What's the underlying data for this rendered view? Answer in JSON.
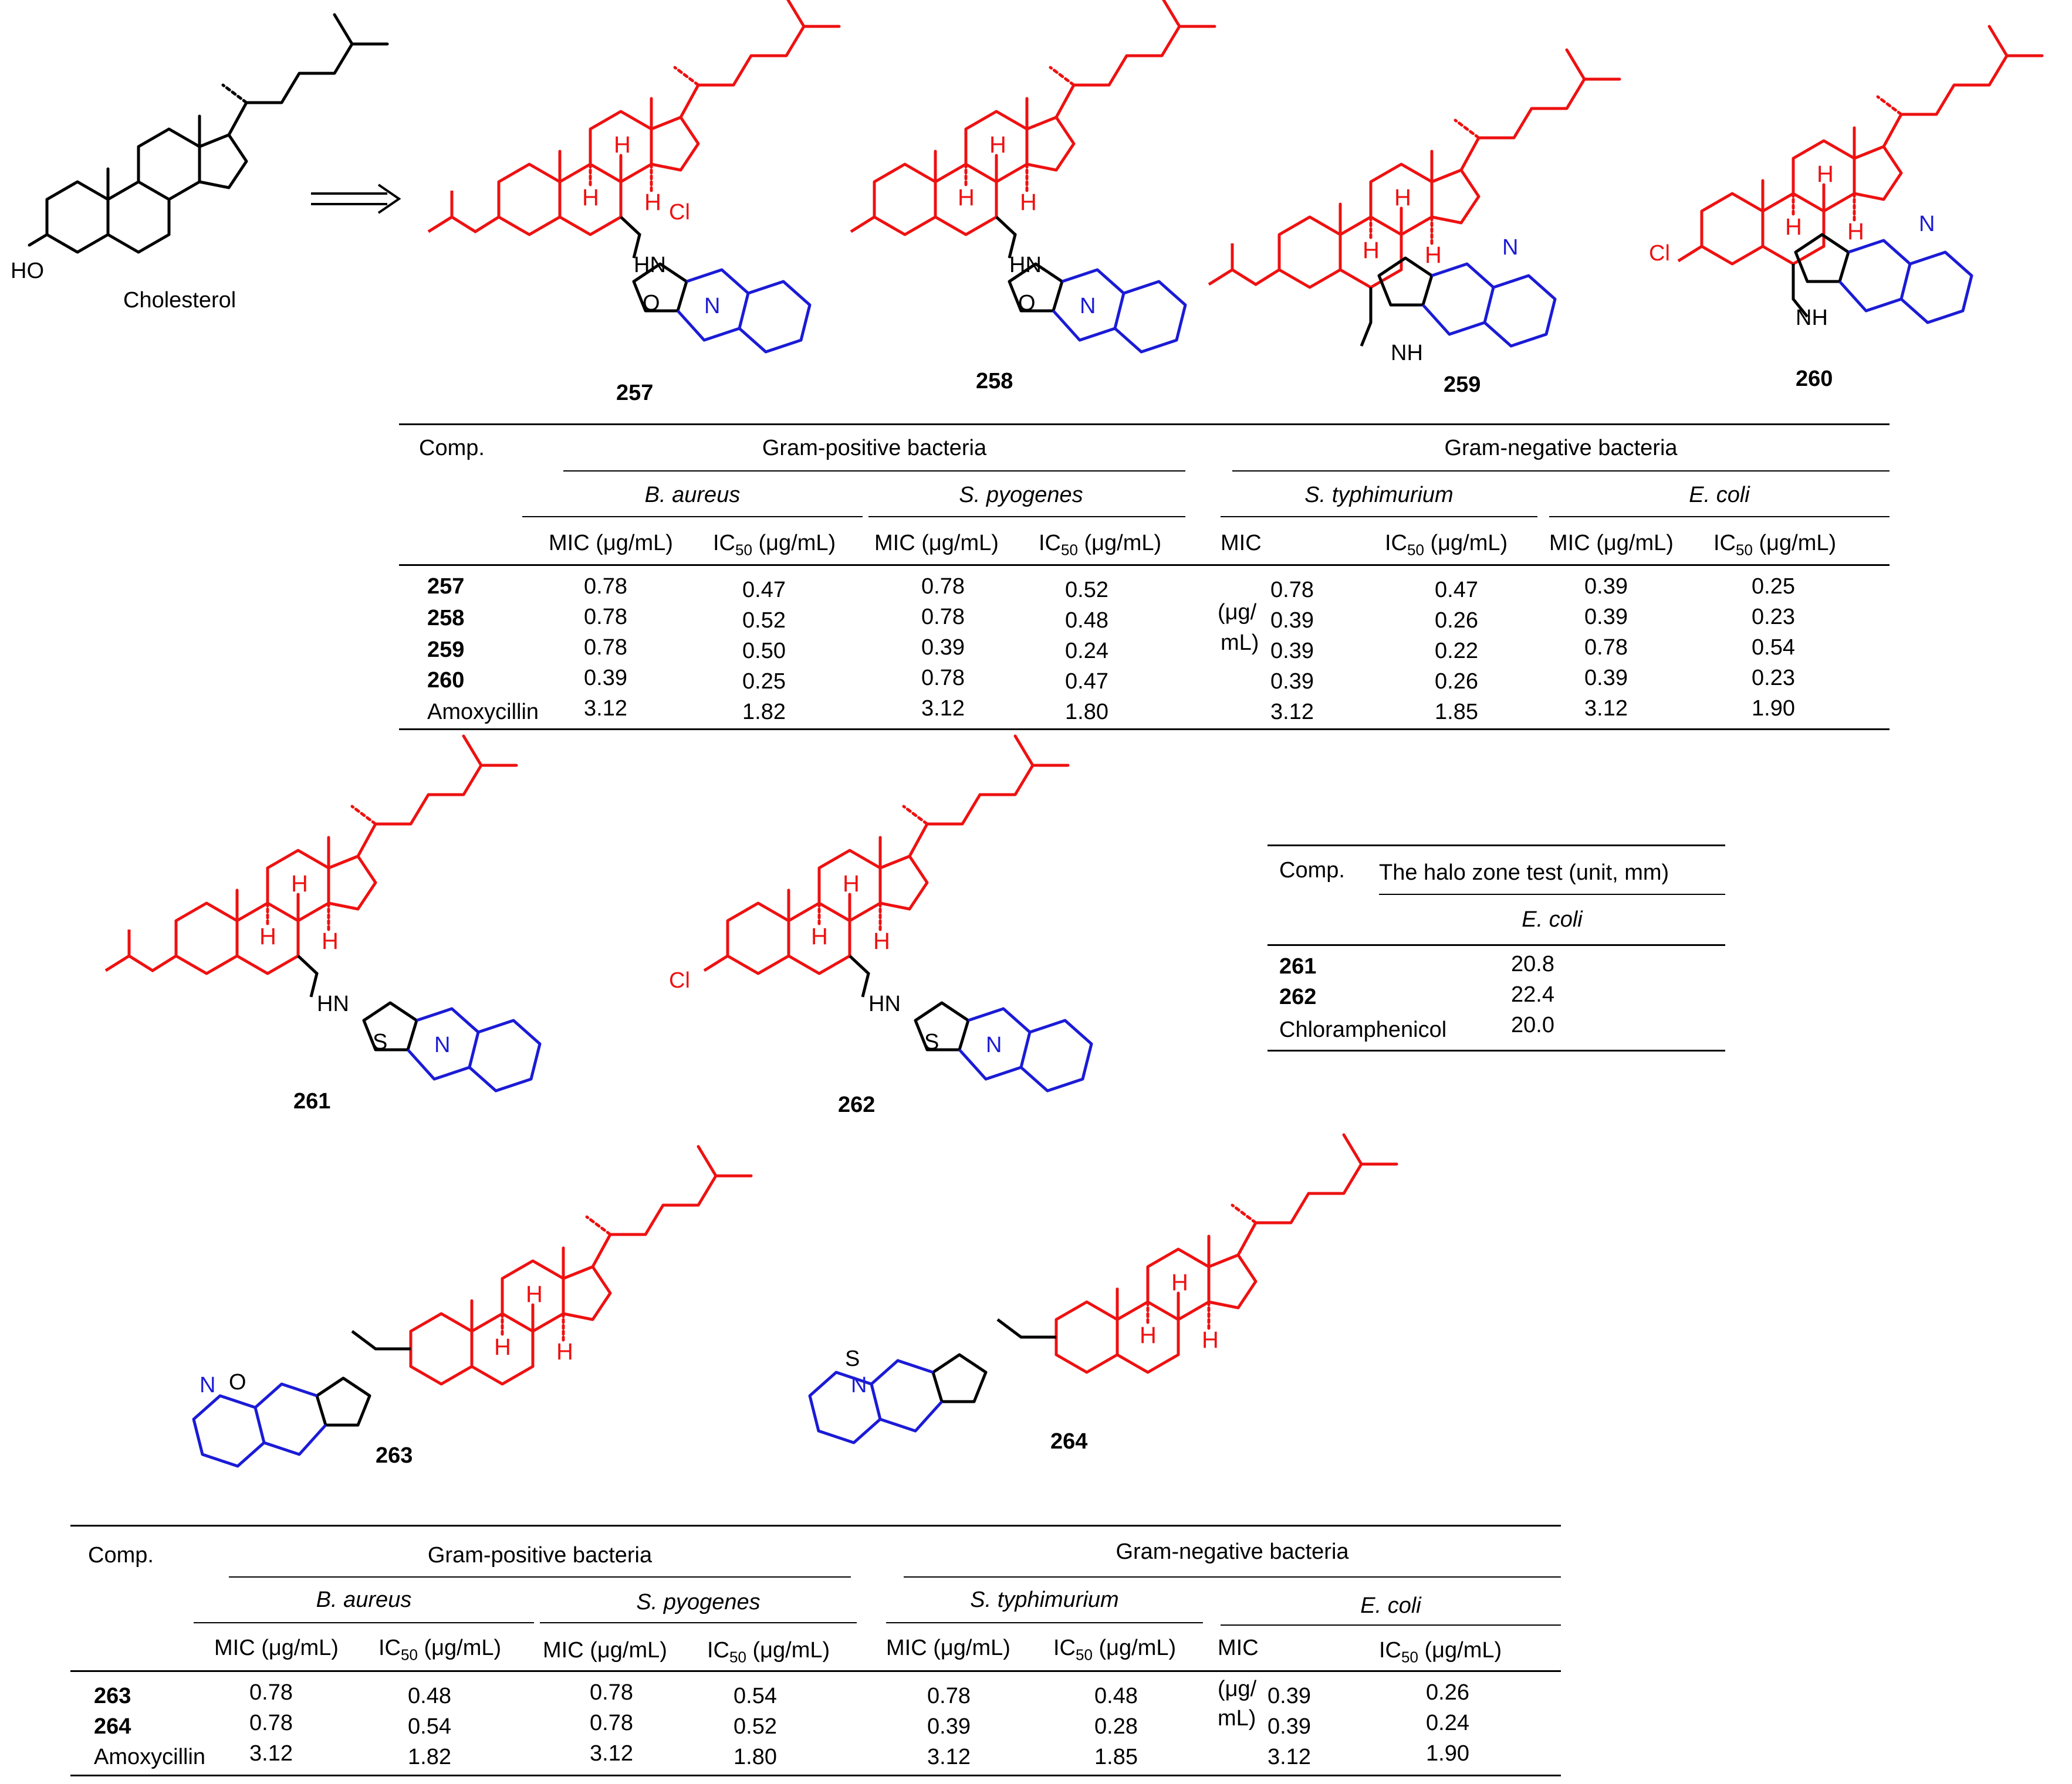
{
  "colors": {
    "scaffold": "#ee1111",
    "heteroaryl": "#1b1bd6",
    "linker": "#000000"
  },
  "cholesterol": {
    "label": "Cholesterol",
    "hydroxyl": "HO"
  },
  "atoms": {
    "H": "H",
    "N": "N",
    "O": "O",
    "S": "S",
    "Cl": "Cl",
    "HN": "HN",
    "NH": "NH"
  },
  "compounds": [
    "257",
    "258",
    "259",
    "260",
    "261",
    "262",
    "263",
    "264"
  ],
  "table1": {
    "comp": "Comp.",
    "gram_pos": "Gram-positive bacteria",
    "gram_neg": "Gram-negative bacteria",
    "species": [
      "B. aureus",
      "S. pyogenes",
      "S. typhimurium",
      "E. coli"
    ],
    "headers": [
      "MIC (μg/mL)",
      "IC50 (μg/mL)",
      "MIC (μg/mL)",
      "IC50 (μg/mL)",
      "MIC",
      "IC50 (μg/mL)",
      "MIC (μg/mL)",
      "IC50 (μg/mL)"
    ],
    "mic_unit_a": "(μg/",
    "mic_unit_b": "mL)",
    "rows": [
      {
        "name": "257",
        "values": [
          "0.78",
          "0.47",
          "0.78",
          "0.52",
          "0.78",
          "0.47",
          "0.39",
          "0.25"
        ]
      },
      {
        "name": "258",
        "values": [
          "0.78",
          "0.52",
          "0.78",
          "0.48",
          "0.39",
          "0.26",
          "0.39",
          "0.23"
        ]
      },
      {
        "name": "259",
        "values": [
          "0.78",
          "0.50",
          "0.39",
          "0.24",
          "0.39",
          "0.22",
          "0.78",
          "0.54"
        ]
      },
      {
        "name": "260",
        "values": [
          "0.39",
          "0.25",
          "0.78",
          "0.47",
          "0.39",
          "0.26",
          "0.39",
          "0.23"
        ]
      },
      {
        "name": "Amoxycillin",
        "values": [
          "3.12",
          "1.82",
          "3.12",
          "1.80",
          "3.12",
          "1.85",
          "3.12",
          "1.90"
        ]
      }
    ]
  },
  "table2": {
    "comp": "Comp.",
    "title": "The halo zone test (unit, mm)",
    "species": "E. coli",
    "rows": [
      {
        "name": "261",
        "value": "20.8"
      },
      {
        "name": "262",
        "value": "22.4"
      },
      {
        "name": "Chloramphenicol",
        "value": "20.0"
      }
    ]
  },
  "table3": {
    "comp": "Comp.",
    "gram_pos": "Gram-positive bacteria",
    "gram_neg": "Gram-negative bacteria",
    "species": [
      "B. aureus",
      "S. pyogenes",
      "S. typhimurium",
      "E. coli"
    ],
    "headers": [
      "MIC (μg/mL)",
      "IC50 (μg/mL)",
      "MIC (μg/mL)",
      "IC50 (μg/mL)",
      "MIC (μg/mL)",
      "IC50 (μg/mL)",
      "MIC",
      "IC50 (μg/mL)"
    ],
    "mic_unit_a": "(μg/",
    "mic_unit_b": "mL)",
    "rows": [
      {
        "name": "263",
        "values": [
          "0.78",
          "0.48",
          "0.78",
          "0.54",
          "0.78",
          "0.48",
          "0.39",
          "0.26"
        ]
      },
      {
        "name": "264",
        "values": [
          "0.78",
          "0.54",
          "0.78",
          "0.52",
          "0.39",
          "0.28",
          "0.39",
          "0.24"
        ]
      },
      {
        "name": "Amoxycillin",
        "values": [
          "3.12",
          "1.82",
          "3.12",
          "1.80",
          "3.12",
          "1.85",
          "3.12",
          "1.90"
        ]
      }
    ]
  }
}
